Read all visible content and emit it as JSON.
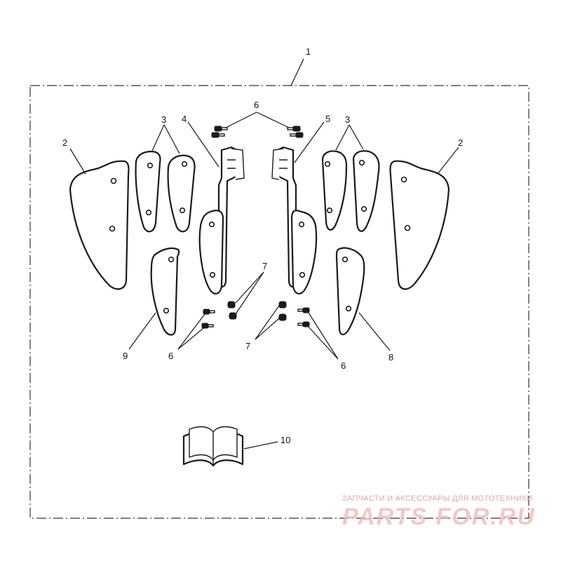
{
  "callouts": {
    "kit": "1",
    "deflector_left": "2",
    "deflector_right": "2",
    "mid_panel_left": "3",
    "mid_panel_right": "3",
    "bracket_left": "4",
    "bracket_right": "5",
    "screw_top": "6",
    "screw_lower_left": "6",
    "screw_lower_right": "6",
    "nut_left": "7",
    "nut_right": "7",
    "panel_lower_right": "8",
    "panel_lower_left": "9",
    "instructions": "10"
  },
  "watermark": {
    "tagline": "ЗАПЧАСТИ И АКСЕССУАРЫ ДЛЯ МОТОТЕХНИКИ",
    "logo": "PARTS FOR.RU"
  }
}
